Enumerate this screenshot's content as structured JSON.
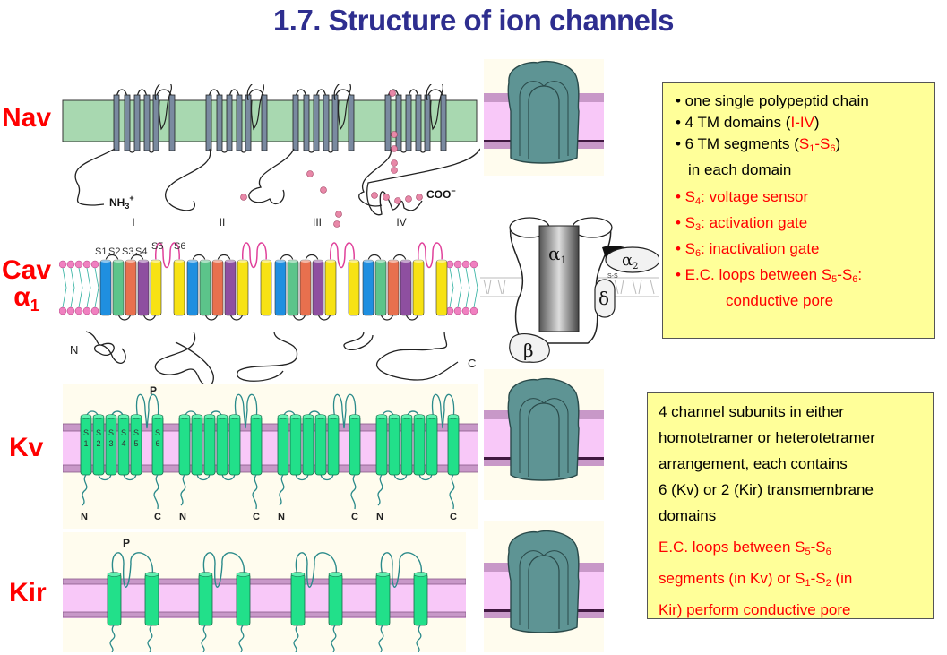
{
  "title": "1.7. Structure of ion channels",
  "row_labels": {
    "nav": "Nav",
    "cav": "Cav",
    "cav_sub_base": "α",
    "cav_sub": "1",
    "kv": "Kv",
    "kir": "Kir"
  },
  "nav_diagram": {
    "n_terminus": "NH3+",
    "n_terminus_base": "NH",
    "n_terminus_sub": "3",
    "n_terminus_sup": "+",
    "c_terminus": "COO-",
    "c_terminus_base": "COO",
    "c_terminus_sup": "−",
    "domains": [
      "I",
      "II",
      "III",
      "IV"
    ]
  },
  "cav_diagram": {
    "segment_labels": [
      "S1",
      "S2",
      "S3",
      "S4",
      "S5",
      "S6"
    ],
    "n_terminus": "N",
    "c_terminus": "C",
    "segment_colors": [
      "#1f8fe0",
      "#5cc48a",
      "#e8704e",
      "#8e4fa0",
      "#f7e214",
      "#f7e214"
    ],
    "loop_color": "#e0409a"
  },
  "cav_complex": {
    "subunits": [
      "α1",
      "α2",
      "δ",
      "β"
    ],
    "alpha1_base": "α",
    "alpha1_sub": "1",
    "alpha2_base": "α",
    "alpha2_sub": "2",
    "delta": "δ",
    "beta": "β",
    "disulfide": "S-S"
  },
  "kv_diagram": {
    "pore_label": "P",
    "segment_labels": [
      [
        "S",
        "1"
      ],
      [
        "S",
        "2"
      ],
      [
        "S",
        "3"
      ],
      [
        "S",
        "4"
      ],
      [
        "S",
        "5"
      ],
      [
        "S",
        "6"
      ]
    ],
    "termini": [
      "N",
      "C",
      "N",
      "C",
      "N",
      "C",
      "N",
      "C"
    ]
  },
  "kir_diagram": {
    "pore_label": "P"
  },
  "info_box_1": {
    "lines": [
      {
        "parts": [
          {
            "t": "• one single polypeptid chain",
            "red": false
          }
        ]
      },
      {
        "parts": [
          {
            "t": "• 4 TM domains (",
            "red": false
          },
          {
            "t": "I-IV",
            "red": true
          },
          {
            "t": ")",
            "red": false
          }
        ]
      },
      {
        "parts": [
          {
            "t": "• 6 TM segments (",
            "red": false
          },
          {
            "t": "S",
            "red": true,
            "sub": "1"
          },
          {
            "t": "-",
            "red": true
          },
          {
            "t": "S",
            "red": true,
            "sub": "6"
          },
          {
            "t": ")",
            "red": false
          }
        ]
      },
      {
        "parts": [
          {
            "t": "in each domain",
            "red": false
          }
        ],
        "indent": 1
      },
      {
        "parts": [
          {
            "t": "• S",
            "red": true,
            "sub": "4"
          },
          {
            "t": ": voltage sensor",
            "red": true
          }
        ],
        "gap": true
      },
      {
        "parts": [
          {
            "t": "• S",
            "red": true,
            "sub": "3"
          },
          {
            "t": ": activation gate",
            "red": true
          }
        ]
      },
      {
        "parts": [
          {
            "t": "• S",
            "red": true,
            "sub": "6"
          },
          {
            "t": ": inactivation gate",
            "red": true
          }
        ]
      },
      {
        "parts": [
          {
            "t": "• E.C. loops between S",
            "red": true,
            "sub": "5"
          },
          {
            "t": "-S",
            "red": true,
            "sub": "6"
          },
          {
            "t": ":",
            "red": true
          }
        ]
      },
      {
        "parts": [
          {
            "t": "conductive pore",
            "red": true
          }
        ],
        "indent": 2
      }
    ]
  },
  "info_box_2": {
    "lines": [
      {
        "parts": [
          {
            "t": "4 channel subunits in either",
            "red": false
          }
        ]
      },
      {
        "parts": [
          {
            "t": "homotetramer or heterotetramer",
            "red": false
          }
        ]
      },
      {
        "parts": [
          {
            "t": "arrangement, each contains",
            "red": false
          }
        ]
      },
      {
        "parts": [
          {
            "t": "6 (Kv) or 2 (Kir) transmembrane",
            "red": false
          }
        ]
      },
      {
        "parts": [
          {
            "t": "domains",
            "red": false
          }
        ]
      },
      {
        "parts": [
          {
            "t": "E.C. loops between S",
            "red": true,
            "sub": "5"
          },
          {
            "t": "-S",
            "red": true,
            "sub": "6"
          }
        ],
        "gap": true
      },
      {
        "parts": [
          {
            "t": "segments (in Kv) or S",
            "red": true,
            "sub": "1"
          },
          {
            "t": "-S",
            "red": true,
            "sub": "2"
          },
          {
            "t": " (in",
            "red": true
          }
        ]
      },
      {
        "parts": [
          {
            "t": "Kir) perform conductive pore",
            "red": true
          }
        ]
      }
    ]
  },
  "colors": {
    "title": "#2e2e8f",
    "label_red": "#ff0000",
    "info_bg": "#ffff99",
    "membrane_green": "#a8d8b0",
    "membrane_pink": "#f8c8f8",
    "membrane_purple": "#c898c8",
    "helix_green": "#22e08a",
    "channel_teal": "#5e9494",
    "nav_helix": "#7a8aa0"
  }
}
